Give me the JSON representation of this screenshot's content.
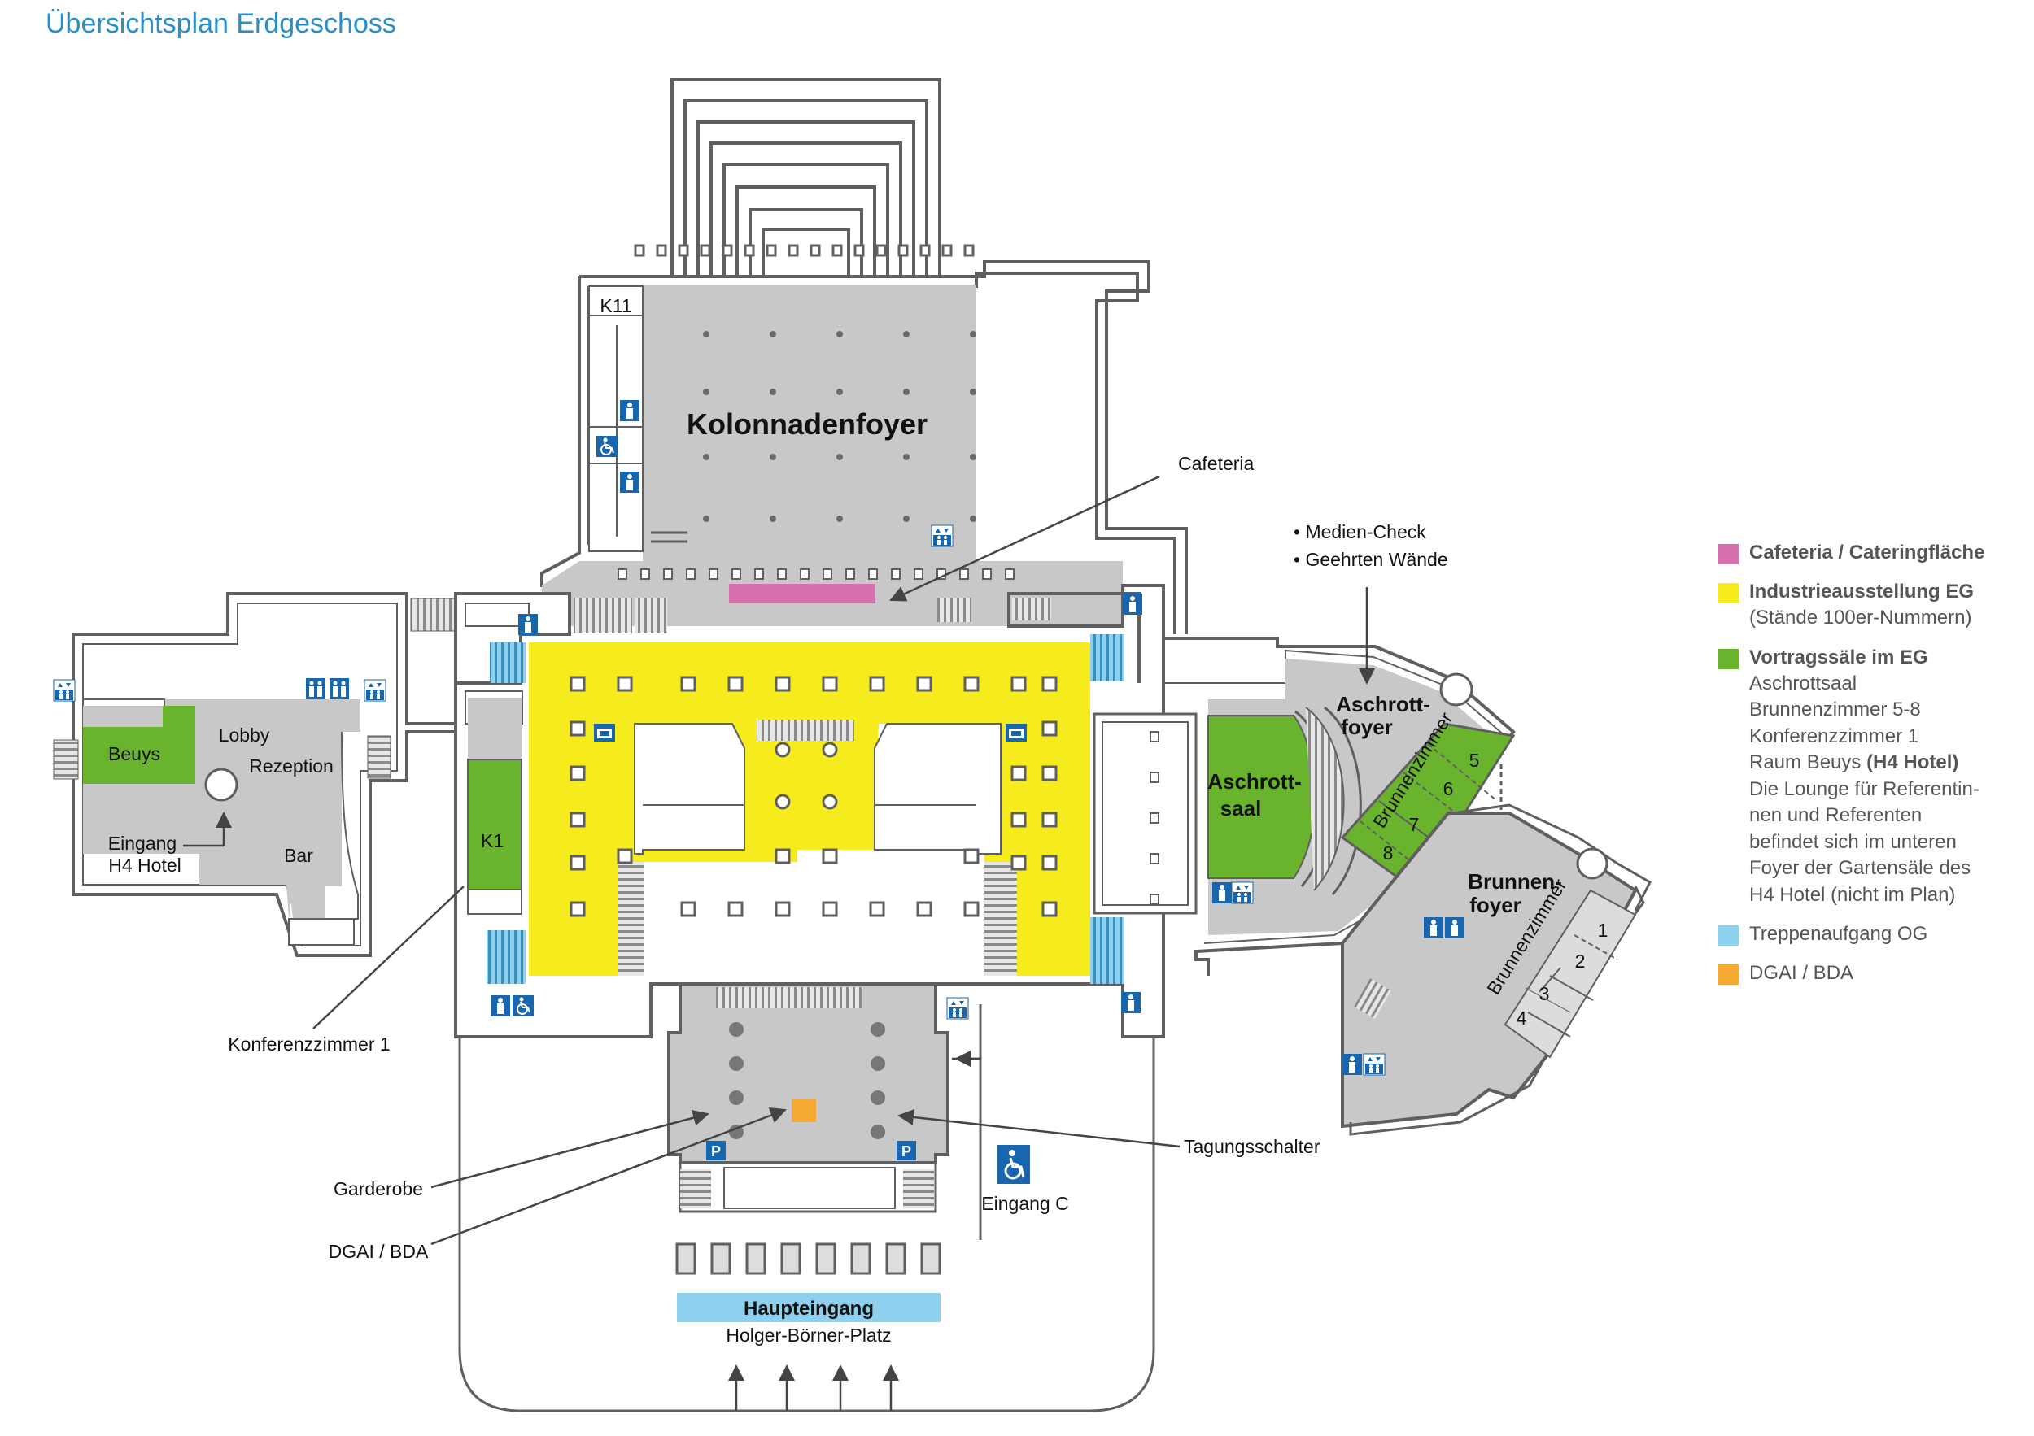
{
  "title": "Übersichtsplan Erdgeschoss",
  "colors": {
    "cafeteria": "#d870b0",
    "industry": "#f6ec1d",
    "lecture": "#6ab42d",
    "stairs": "#8fd0ee",
    "dgai": "#f6a932",
    "floor": "#c8c8c9",
    "wall": "#5f5f61"
  },
  "rooms": {
    "k11": "K11",
    "kolonnadenfoyer": "Kolonnadenfoyer",
    "beuys": "Beuys",
    "lobby": "Lobby",
    "rezeption": "Rezeption",
    "bar": "Bar",
    "k1": "K1",
    "aschrottsaal_1": "Aschrott-",
    "aschrottsaal_2": "saal",
    "aschrottfoyer_1": "Aschrott-",
    "aschrottfoyer_2": "foyer",
    "brunnenfoyer_1": "Brunnen-",
    "brunnenfoyer_2": "foyer",
    "brunnenzimmer": "Brunnenzimmer",
    "room_numbers_upper": [
      "5",
      "6",
      "7",
      "8"
    ],
    "room_numbers_lower": [
      "1",
      "2",
      "3",
      "4"
    ]
  },
  "labels": {
    "cafeteria": "Cafeteria",
    "medien_check": "• Medien-Check",
    "geehrten_waende": "• Geehrten Wände",
    "eingang_h4_1": "Eingang",
    "eingang_h4_2": "H4 Hotel",
    "konferenzzimmer": "Konferenzzimmer 1",
    "garderobe": "Garderobe",
    "dgai": "DGAI / BDA",
    "tagungsschalter": "Tagungsschalter",
    "eingang_c": "Eingang C",
    "haupteingang": "Haupteingang",
    "platz": "Holger-Börner-Platz"
  },
  "icons": [
    "wc-icon",
    "wheelchair-icon",
    "elevator-icon",
    "parking-icon",
    "cloakroom-icon",
    "accessible-entrance-icon"
  ],
  "legend": [
    {
      "title": "Cafeteria / Cateringfläche",
      "color": "#d870b0",
      "lines": []
    },
    {
      "title": "Industrieausstellung EG",
      "color": "#f6ec1d",
      "lines": [
        "(Stände 100er-Nummern)"
      ]
    },
    {
      "title": "Vortragssäle im EG",
      "color": "#6ab42d",
      "lines": [
        "Aschrottsaal",
        "Brunnenzimmer 5-8",
        "Konferenzzimmer 1"
      ],
      "beuys_line": "Raum Beuys ",
      "beuys_bold": "(H4 Hotel)",
      "lines_after": [
        "Die Lounge für Referentin-",
        "nen und Referenten",
        "befindet sich im unteren",
        "Foyer der Gartensäle des",
        "H4 Hotel (nicht im Plan)"
      ]
    },
    {
      "title": "Treppenaufgang OG",
      "color": "#8fd0ee",
      "lines": []
    },
    {
      "title": "DGAI / BDA",
      "color": "#f6a932",
      "lines": []
    }
  ]
}
